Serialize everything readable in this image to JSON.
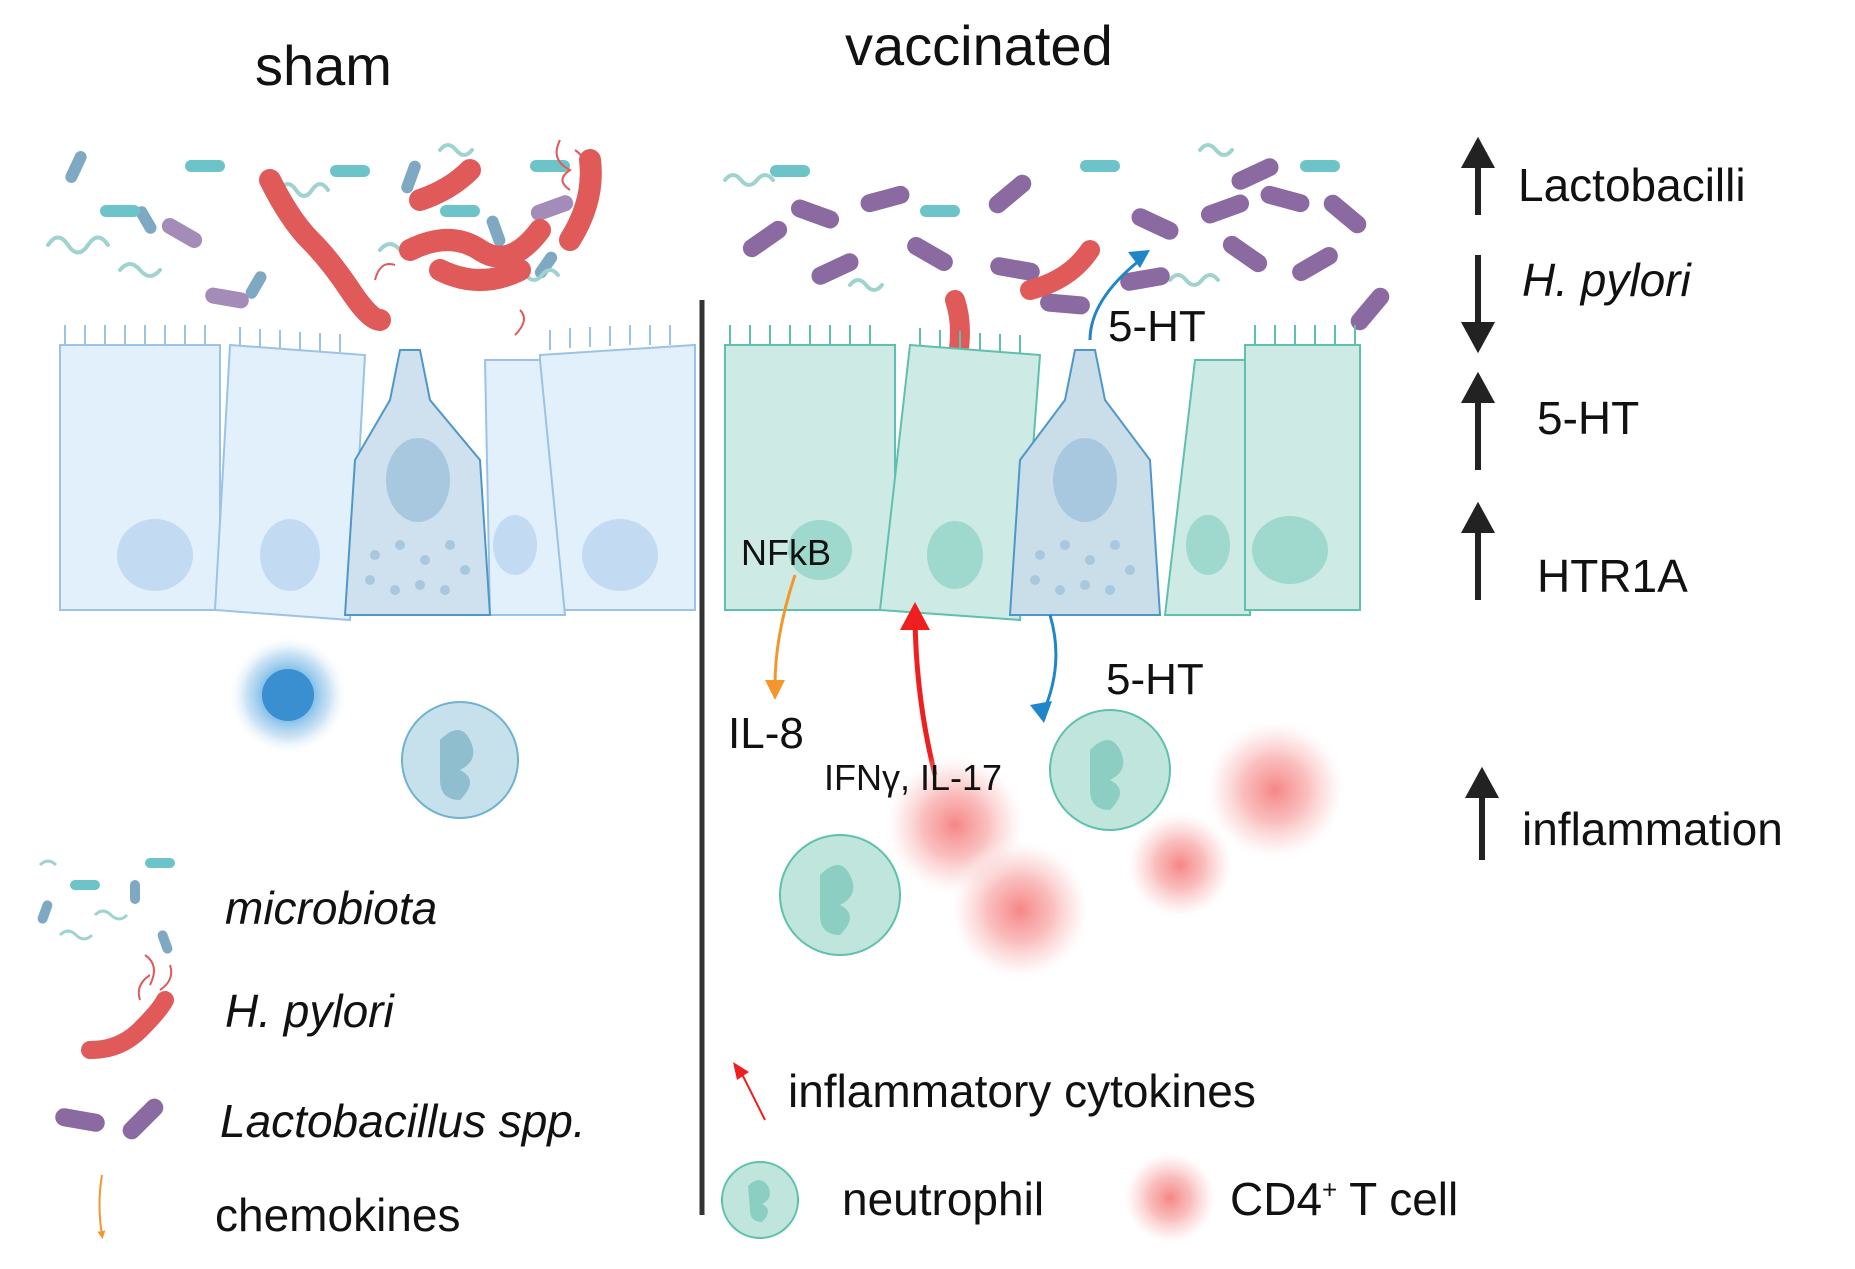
{
  "panels": {
    "sham": "sham",
    "vaccinated": "vaccinated"
  },
  "annotations": {
    "serotonin_lumen": "5-HT",
    "serotonin_tissue": "5-HT",
    "nfkb": "NFkB",
    "il8": "IL-8",
    "cytokines": "IFNγ, IL-17"
  },
  "changes": [
    {
      "direction": "up",
      "label": "Lactobacilli",
      "italic": false
    },
    {
      "direction": "down",
      "label": "H. pylori",
      "italic": true
    },
    {
      "direction": "up",
      "label": "5-HT",
      "italic": false
    },
    {
      "direction": "up",
      "label": "HTR1A",
      "italic": false
    },
    {
      "direction": "up",
      "label": "inflammation",
      "italic": false
    }
  ],
  "legend": {
    "microbiota": "microbiota",
    "h_pylori": "H. pylori",
    "lactobacillus": "Lactobacillus spp.",
    "chemokines": "chemokines",
    "inflammatory_cytokines": "inflammatory cytokines",
    "neutrophil": "neutrophil",
    "cd4_t_cell": "CD4",
    "cd4_superscript": "+",
    "cd4_suffix": " T cell"
  },
  "colors": {
    "sham_epithelium": "#e2f0fb",
    "sham_outline": "#9cc3e6",
    "vacc_epithelium": "#cdebe4",
    "vacc_outline": "#5fc0ad",
    "h_pylori": "#e05a5a",
    "lactobacillus": "#8a6aa0",
    "serotonin_arrow": "#1f86c9",
    "chemokine_arrow": "#f3962e",
    "cytokine_arrow": "#f01f1f",
    "neutrophil": "#a9ddd3",
    "t_cell": "#f7a0a0"
  }
}
